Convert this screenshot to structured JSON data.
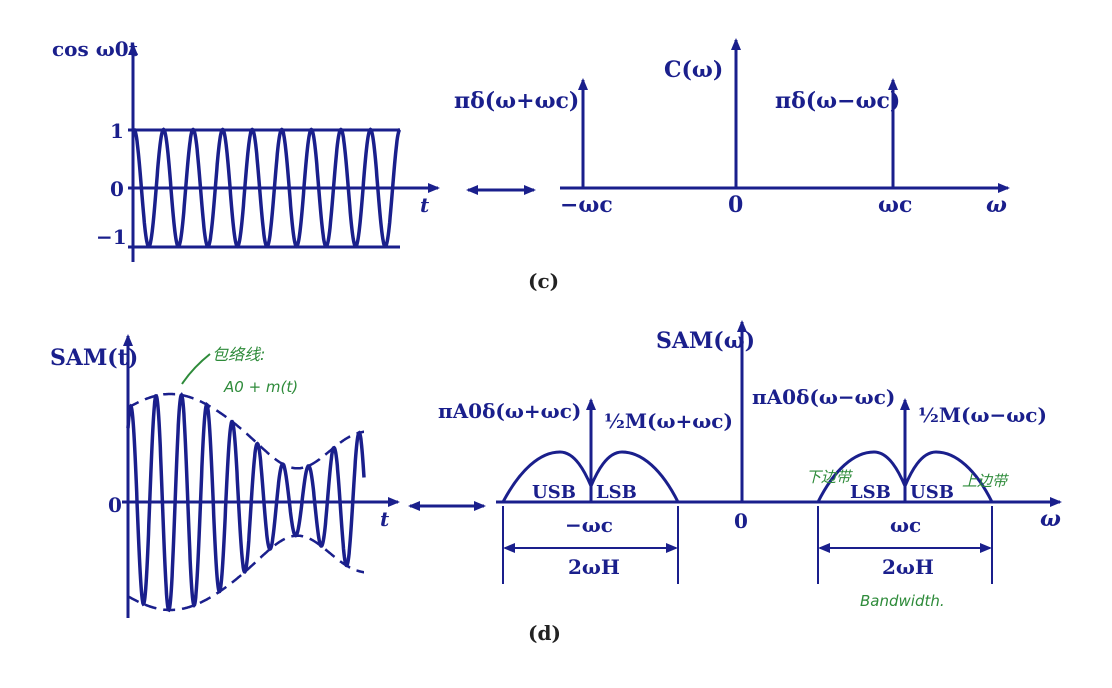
{
  "panel_c": {
    "time": {
      "ylabel": "cos ω0t",
      "yticks": [
        "1",
        "0",
        "−1"
      ],
      "xlabel": "t"
    },
    "spectrum": {
      "ylabel": "C(ω)",
      "left_impulse_label": "πδ(ω+ωc)",
      "right_impulse_label": "πδ(ω−ωc)",
      "xticks": [
        "−ωc",
        "0",
        "ωc"
      ],
      "xlabel": "ω"
    },
    "caption": "(c)"
  },
  "panel_d": {
    "time": {
      "ylabel": "SAM(t)",
      "ytick": "0",
      "xlabel": "t"
    },
    "spectrum": {
      "ylabel": "SAM(ω)",
      "left_impulse_label": "πA0δ(ω+ωc)",
      "right_impulse_label": "πA0δ(ω−ωc)",
      "left_half_label": "½M(ω+ωc)",
      "right_half_label": "½M(ω−ωc)",
      "left_band_labels": [
        "USB",
        "LSB"
      ],
      "right_band_labels": [
        "LSB",
        "USB"
      ],
      "xticks": [
        "−ωc",
        "0",
        "ωc"
      ],
      "xlabel": "ω",
      "bandwidth_label": "2ωH"
    },
    "caption": "(d)"
  },
  "annotations": {
    "envelope_note": "包络线:",
    "envelope_expr": "A0 + m(t)",
    "lower_sideband_note": "下边带",
    "upper_sideband_note": "上边带",
    "bandwidth_note": "Bandwidth."
  },
  "colors": {
    "ink": "#1a1f8c",
    "handwriting": "#2e8b3a"
  }
}
